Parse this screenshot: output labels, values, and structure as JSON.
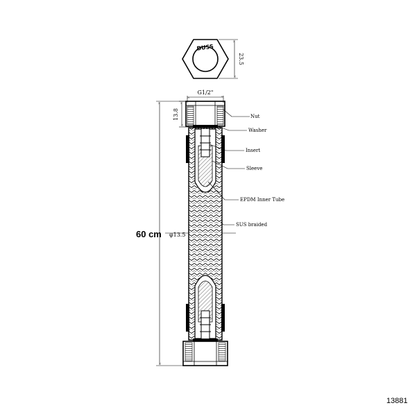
{
  "nut_top_view": {
    "brand_text": "DUSS",
    "width_dimension": "23.5"
  },
  "dimensions": {
    "thread": "G1/2\"",
    "nut_height": "13.8",
    "hose_diameter": "φ13.5",
    "total_length": "60 cm"
  },
  "part_labels": {
    "nut": "Nut",
    "washer": "Washer",
    "insert": "Insert",
    "sleeve": "Sleeve",
    "inner_tube": "EPDM Inner Tube",
    "braiding": "SUS  braided"
  },
  "reference_number": "13881"
}
